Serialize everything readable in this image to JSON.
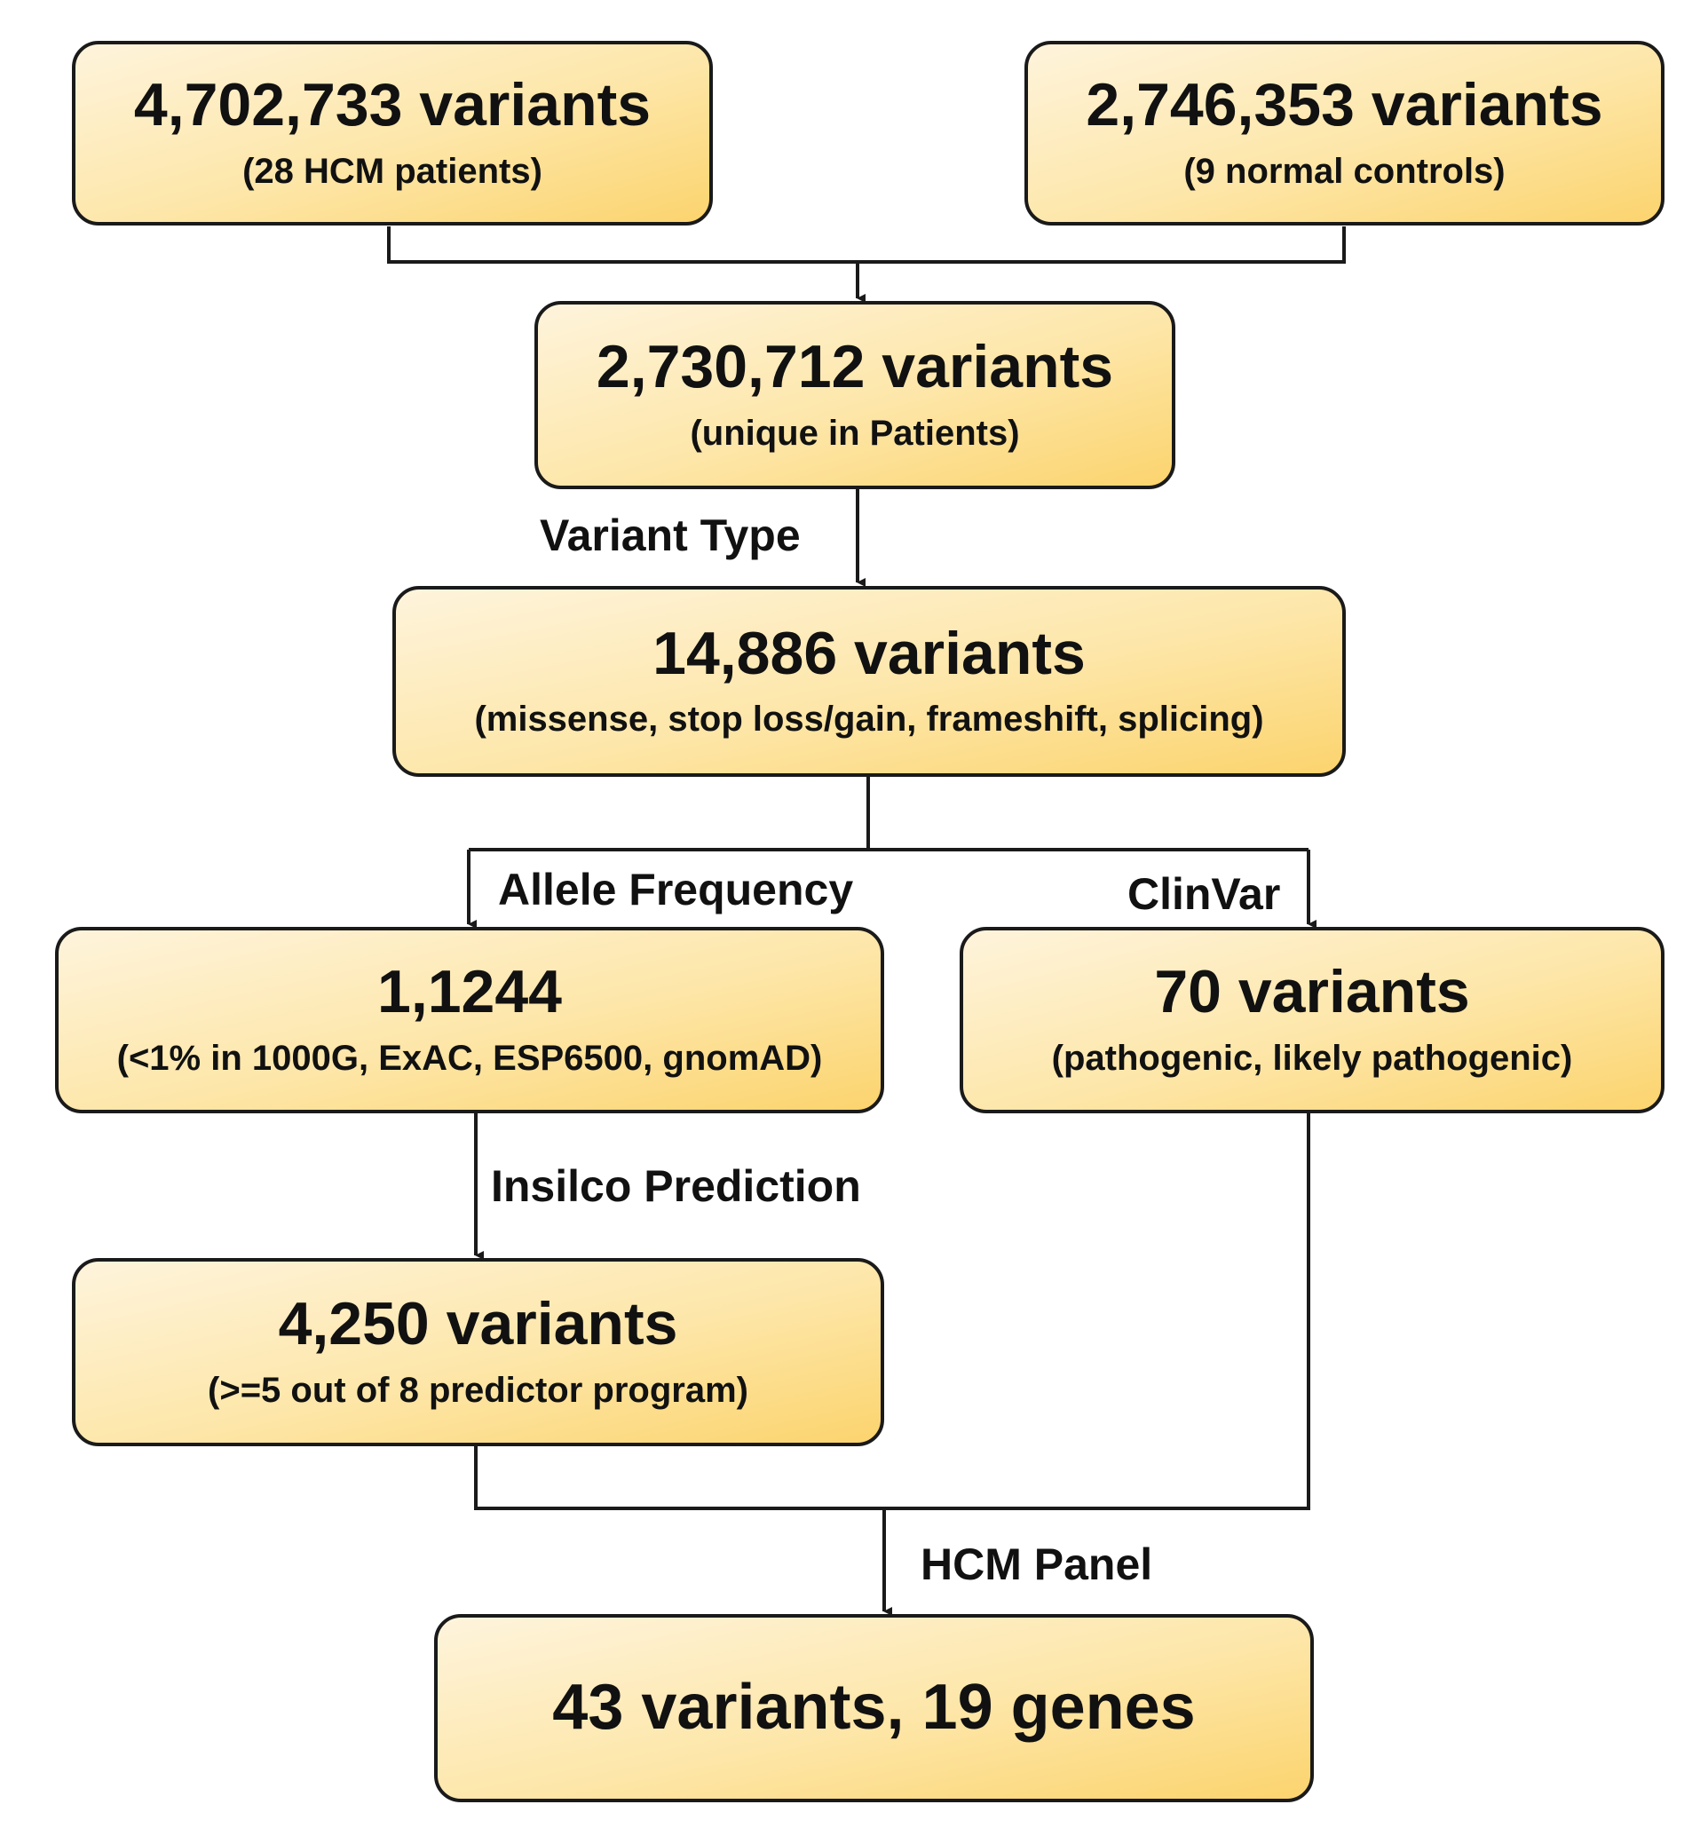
{
  "nodes": {
    "patients": {
      "main": "4,702,733 variants",
      "sub": "(28 HCM patients)"
    },
    "controls": {
      "main": "2,746,353 variants",
      "sub": "(9 normal controls)"
    },
    "unique": {
      "main": "2,730,712 variants",
      "sub": "(unique in Patients)"
    },
    "type": {
      "main": "14,886 variants",
      "sub": "(missense, stop loss/gain, frameshift, splicing)"
    },
    "freq": {
      "main": "1,1244",
      "sub": "(<1% in 1000G, ExAC, ESP6500, gnomAD)"
    },
    "clinvar": {
      "main": "70 variants",
      "sub": "(pathogenic, likely pathogenic)"
    },
    "insilico": {
      "main": "4,250 variants",
      "sub": "(>=5 out of 8 predictor program)"
    },
    "final": {
      "main": "43 variants, 19 genes"
    }
  },
  "edge_labels": {
    "variant_type": "Variant Type",
    "allele_frequency": "Allele Frequency",
    "clinvar": "ClinVar",
    "insilico_prediction": "Insilco Prediction",
    "hcm_panel": "HCM Panel"
  },
  "colors": {
    "box_fill_light": "#fef4dc",
    "box_fill_dark": "#fcd46e",
    "border": "#1a1a1a"
  }
}
